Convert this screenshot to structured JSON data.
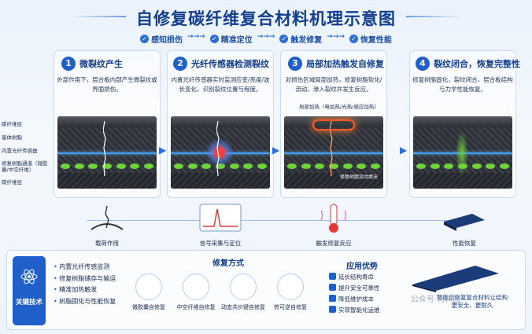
{
  "title": "自修复碳纤维复合材料机理示意图",
  "stages": [
    "感知损伤",
    "精准定位",
    "触发修复",
    "恢复性能"
  ],
  "panels": [
    {
      "num": "1",
      "title": "微裂纹产生",
      "desc": "外部作用下，层合板内部产生微裂纹或界面损伤。",
      "bottom_caption": "载荷作用"
    },
    {
      "num": "2",
      "title": "光纤传感器检测裂纹",
      "desc": "内置光纤传感器实时监测应变/亮度/波长变化，识别裂纹位置与程度。",
      "bottom_caption": "信号采集与定位"
    },
    {
      "num": "3",
      "title": "局部加热触发自修复",
      "desc": "对损伤区域局部加热，修复树脂软化/流动，渗入裂纹并发生反应。",
      "heat_label": "局部加热（电加热/光热/感应加热）",
      "resin_label": "修复树脂流动填充",
      "bottom_caption": "触发修复反应"
    },
    {
      "num": "4",
      "title": "裂纹闭合，恢复完整性",
      "desc": "修复树脂固化，裂纹闭合，层合板结构与力学性能恢复。",
      "bottom_caption": "性能恢复"
    }
  ],
  "layer_labels": [
    "碳纤维层",
    "基体树脂",
    "内置光纤传感器",
    "修复树脂通道（微胶囊/中空纤维）",
    "碳纤维层"
  ],
  "key_tech": {
    "label": "关键技术",
    "items": [
      "内置光纤传感监测",
      "修复树脂储存与输运",
      "精准加热触发",
      "树脂固化与性能恢复"
    ]
  },
  "repair": {
    "title": "修复方式",
    "methods": [
      "微胶囊自修复",
      "中空纤维自修复",
      "动态共价键自修复",
      "热可逆自修复"
    ]
  },
  "advantages": {
    "title": "应用优势",
    "items": [
      "延长结构寿命",
      "提升安全可靠性",
      "降低维护成本",
      "实现智能化运维"
    ],
    "tagline": "智能自修复复合材料让结构更安全、更耐久"
  },
  "watermark": "公众号·材料图",
  "colors": {
    "accent": "#1e5fc9",
    "title": "#123e8c",
    "crack": "#ffffff",
    "heat": "#ff5a1f",
    "resin": "#6fd33a",
    "fiber": "#3fa0ff"
  }
}
